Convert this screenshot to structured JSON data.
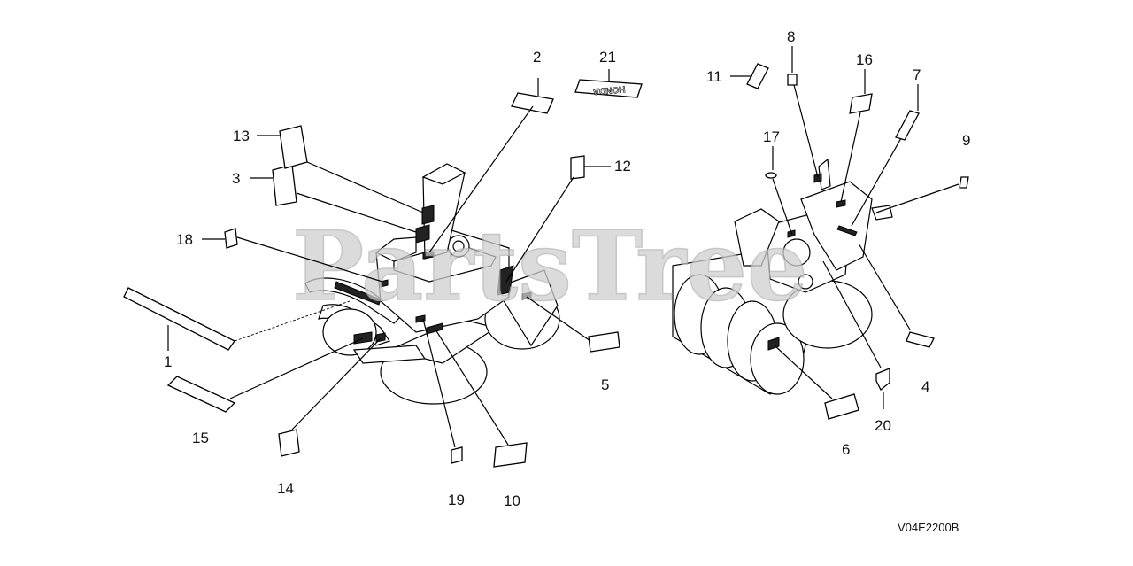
{
  "watermark": "PartsTree",
  "diagram_code": "V04E2200B",
  "decal_text": "HONDA",
  "callouts": [
    {
      "id": "c1",
      "label": "1"
    },
    {
      "id": "c2",
      "label": "2"
    },
    {
      "id": "c3",
      "label": "3"
    },
    {
      "id": "c4",
      "label": "4"
    },
    {
      "id": "c5",
      "label": "5"
    },
    {
      "id": "c6",
      "label": "6"
    },
    {
      "id": "c7",
      "label": "7"
    },
    {
      "id": "c8",
      "label": "8"
    },
    {
      "id": "c9",
      "label": "9"
    },
    {
      "id": "c10",
      "label": "10"
    },
    {
      "id": "c11",
      "label": "11"
    },
    {
      "id": "c12",
      "label": "12"
    },
    {
      "id": "c13",
      "label": "13"
    },
    {
      "id": "c14",
      "label": "14"
    },
    {
      "id": "c15",
      "label": "15"
    },
    {
      "id": "c16",
      "label": "16"
    },
    {
      "id": "c17",
      "label": "17"
    },
    {
      "id": "c18",
      "label": "18"
    },
    {
      "id": "c19",
      "label": "19"
    },
    {
      "id": "c20",
      "label": "20"
    },
    {
      "id": "c21",
      "label": "21"
    }
  ]
}
